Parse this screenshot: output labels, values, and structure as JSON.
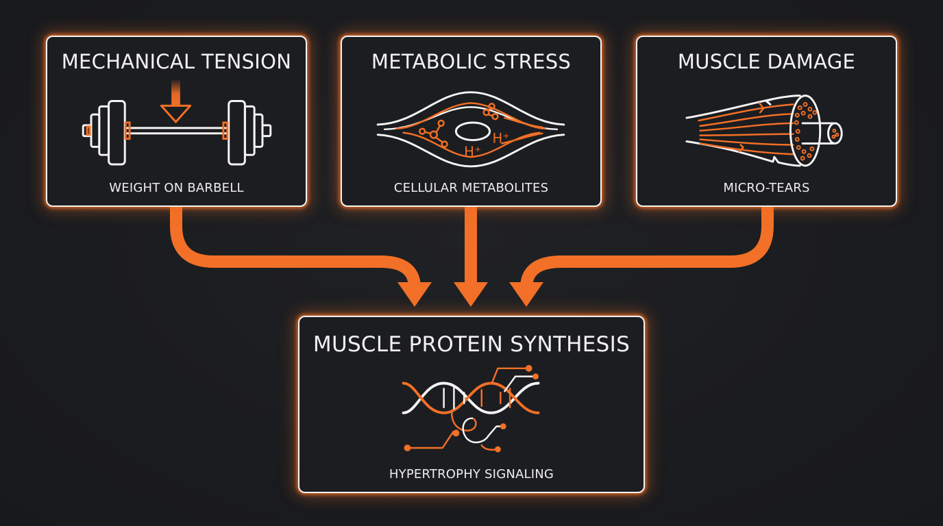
{
  "colors": {
    "background": "#1b1c1f",
    "accent": "#f27027",
    "stroke": "#f4f4f4"
  },
  "inputs": [
    {
      "title": "MECHANICAL TENSION",
      "caption": "WEIGHT ON BARBELL",
      "icon": "barbell-icon"
    },
    {
      "title": "METABOLIC STRESS",
      "caption": "CELLULAR METABOLITES",
      "icon": "muscle-cell-metabolites-icon",
      "ion_labels": [
        "H⁺",
        "H⁺"
      ]
    },
    {
      "title": "MUSCLE DAMAGE",
      "caption": "MICRO-TEARS",
      "icon": "torn-muscle-fiber-icon"
    }
  ],
  "output": {
    "title": "MUSCLE PROTEIN SYNTHESIS",
    "caption": "HYPERTROPHY SIGNALING",
    "icon": "dna-signaling-icon"
  }
}
